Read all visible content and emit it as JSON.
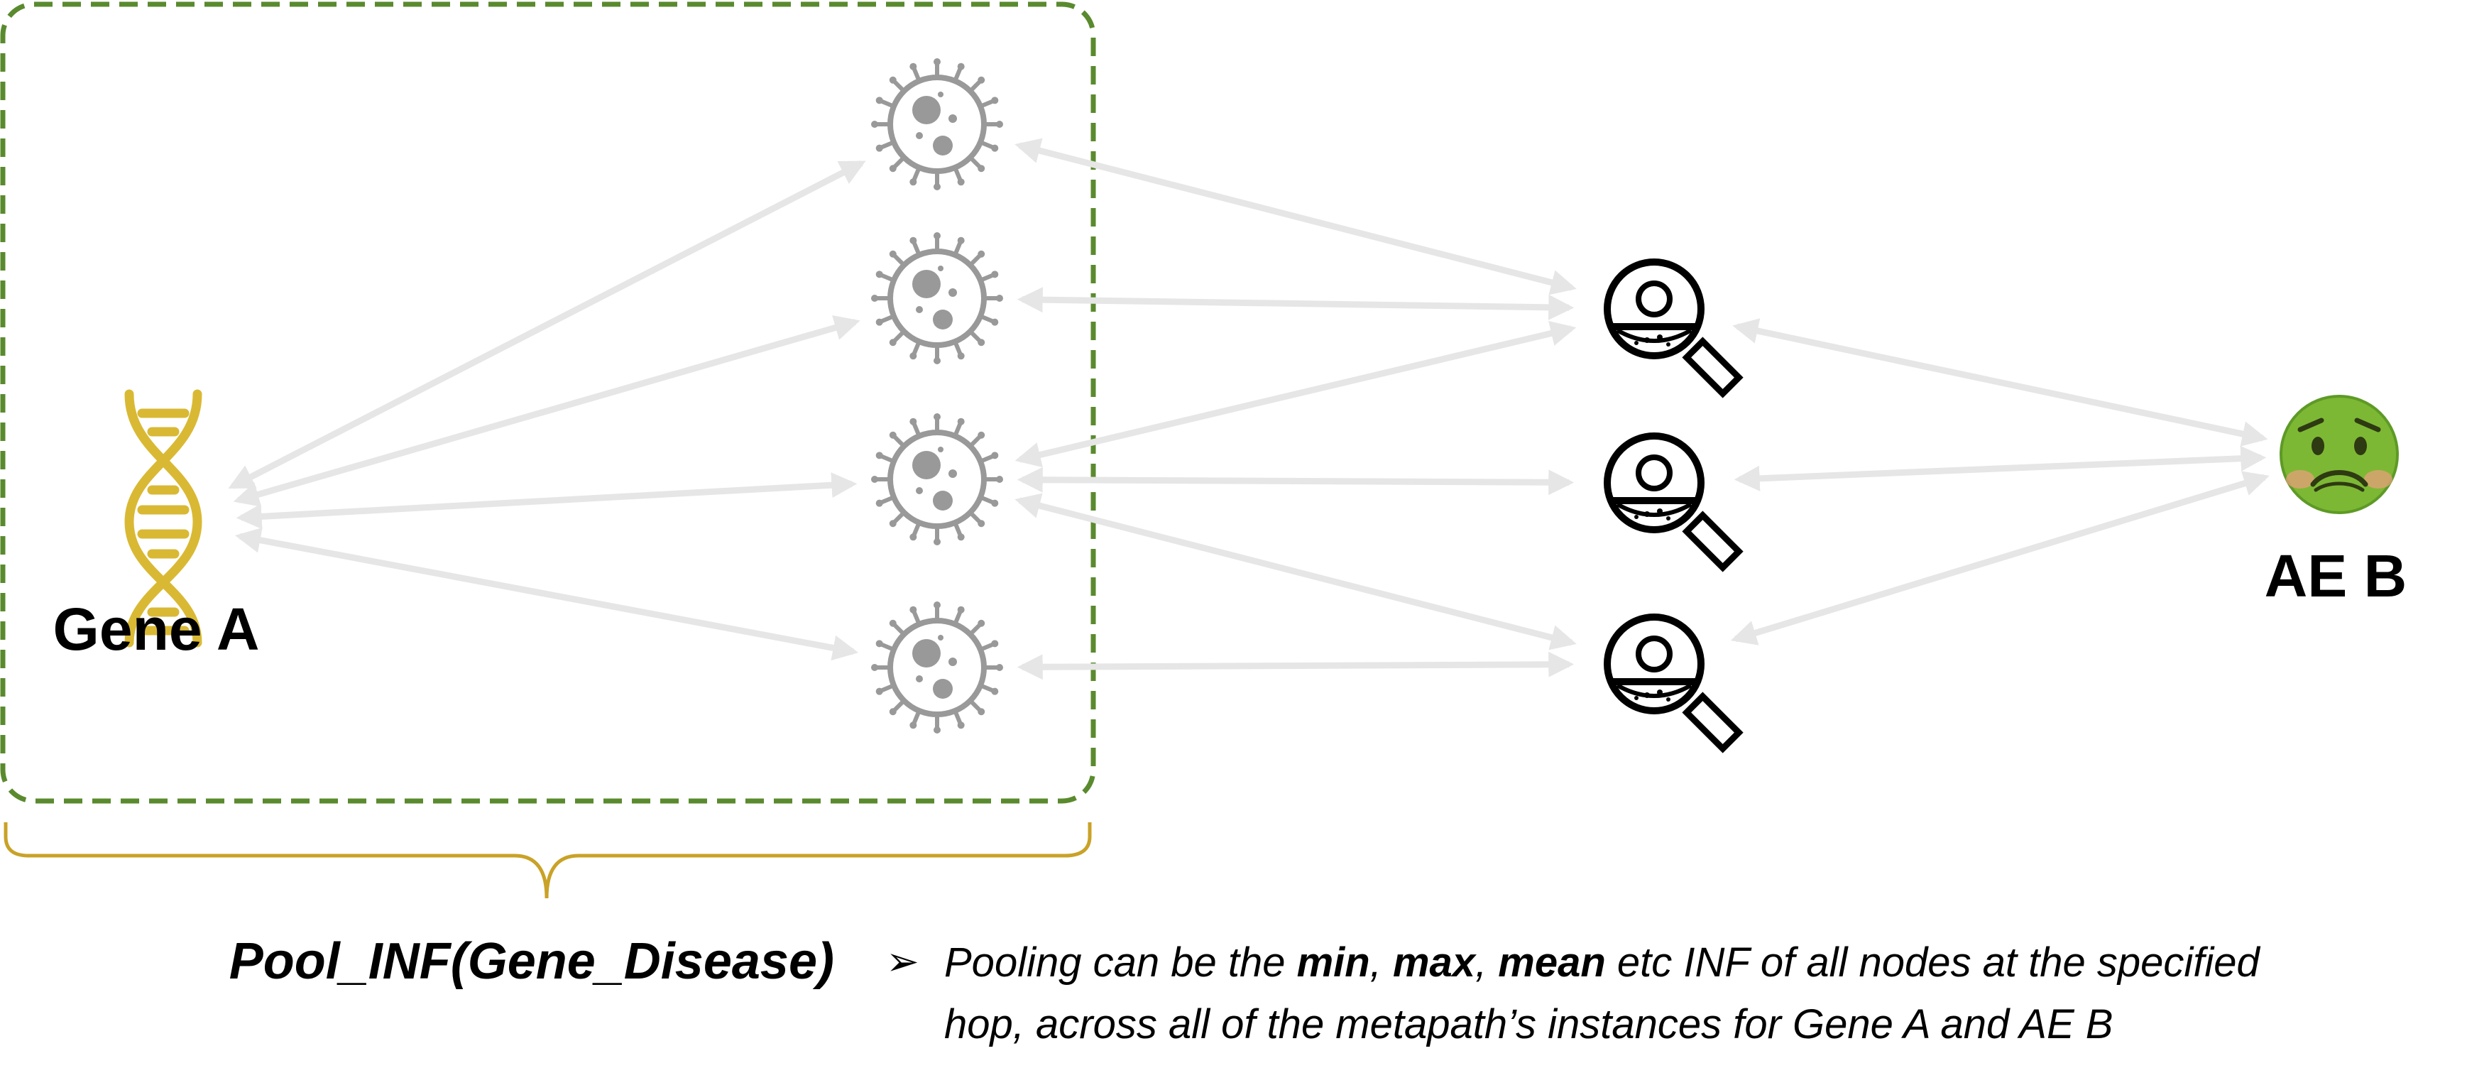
{
  "nodes": {
    "gene": {
      "label": "Gene A",
      "icon": "dna-icon",
      "color": "#D9B934"
    },
    "ae": {
      "label": "AE B",
      "icon": "nauseated-face-icon",
      "color": "#7DB834"
    },
    "diseases": [
      {
        "icon": "virus-icon"
      },
      {
        "icon": "virus-icon"
      },
      {
        "icon": "virus-icon"
      },
      {
        "icon": "virus-icon"
      }
    ],
    "phenotypes": [
      {
        "icon": "microscope-cell-icon"
      },
      {
        "icon": "microscope-cell-icon"
      },
      {
        "icon": "microscope-cell-icon"
      }
    ]
  },
  "edges": [
    [
      "gene",
      "d1"
    ],
    [
      "gene",
      "d2"
    ],
    [
      "gene",
      "d3"
    ],
    [
      "gene",
      "d4"
    ],
    [
      "d1",
      "p1"
    ],
    [
      "d2",
      "p1"
    ],
    [
      "d3",
      "p1"
    ],
    [
      "d3",
      "p2"
    ],
    [
      "d3",
      "p3"
    ],
    [
      "d4",
      "p3"
    ],
    [
      "p1",
      "ae"
    ],
    [
      "p2",
      "ae"
    ],
    [
      "p3",
      "ae"
    ]
  ],
  "colors": {
    "arrow": "#E6E6E6",
    "virus": "#999999",
    "group_box": "#5A8A2E",
    "brace": "#C9A227"
  },
  "pool": {
    "label": "Pool_INF(Gene_Disease)",
    "bullet": "➢",
    "note_line1": {
      "p1": "Pooling can be the ",
      "b1": "min",
      "p2": ", ",
      "b2": "max",
      "p3": ", ",
      "b3": "mean",
      "p4": " etc INF of all nodes at the specified"
    },
    "note_line2": "hop, across all of the metapath’s instances for Gene A and AE B"
  }
}
